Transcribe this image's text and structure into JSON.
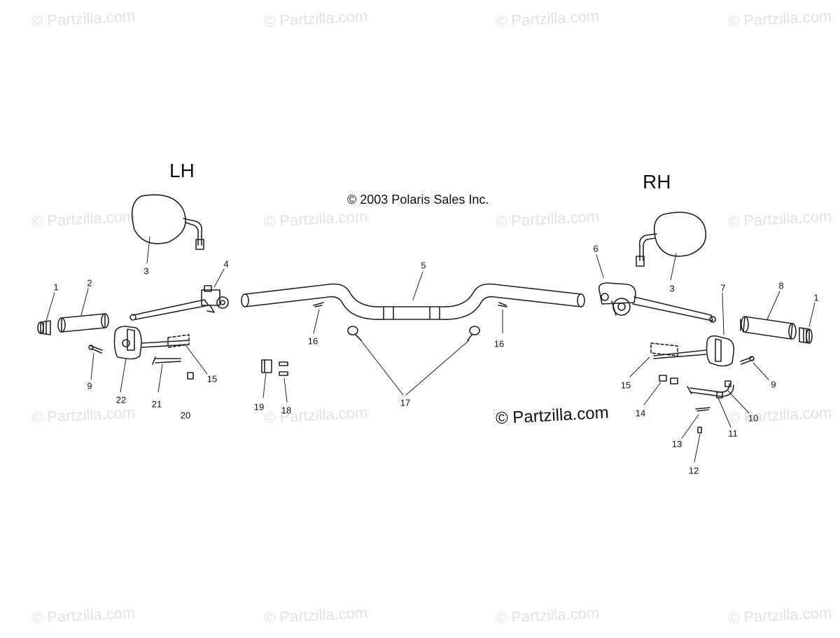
{
  "watermark": "© Partzilla.com",
  "side_labels": {
    "left": "LH",
    "right": "RH"
  },
  "copyright": "© 2003 Polaris Sales Inc.",
  "brand": "© Partzilla.com",
  "callouts": {
    "c1_left": "1",
    "c1_right": "1",
    "c2": "2",
    "c3_left": "3",
    "c3_right": "3",
    "c4": "4",
    "c5": "5",
    "c6": "6",
    "c7": "7",
    "c8": "8",
    "c9_left": "9",
    "c9_right": "9",
    "c10": "10",
    "c11": "11",
    "c12": "12",
    "c13": "13",
    "c14": "14",
    "c15_left": "15",
    "c15_right": "15",
    "c16_left": "16",
    "c16_right": "16",
    "c17": "17",
    "c18": "18",
    "c19": "19",
    "c20": "20",
    "c21": "21",
    "c22": "22"
  }
}
